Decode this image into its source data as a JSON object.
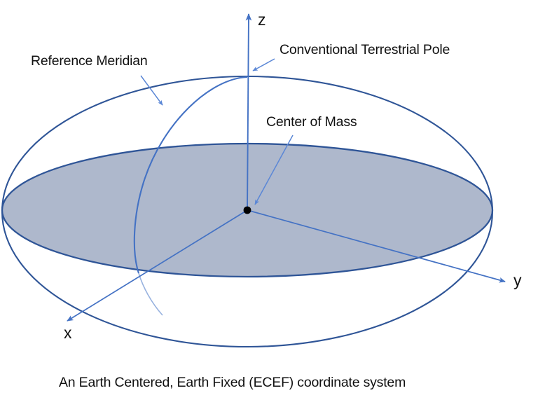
{
  "figure": {
    "caption": "An Earth Centered, Earth Fixed (ECEF) coordinate system",
    "annotations": {
      "reference_meridian": "Reference Meridian",
      "conventional_terrestrial_pole": "Conventional Terrestrial Pole",
      "center_of_mass": "Center of Mass"
    },
    "axes": {
      "z": "z",
      "y": "y",
      "x": "x"
    },
    "colors": {
      "stroke_dark": "#2f5597",
      "stroke_light": "#4472c4",
      "disk_fill": "#aeb8cc",
      "origin_dot": "#000000",
      "text": "#111111",
      "background": "#ffffff"
    }
  }
}
